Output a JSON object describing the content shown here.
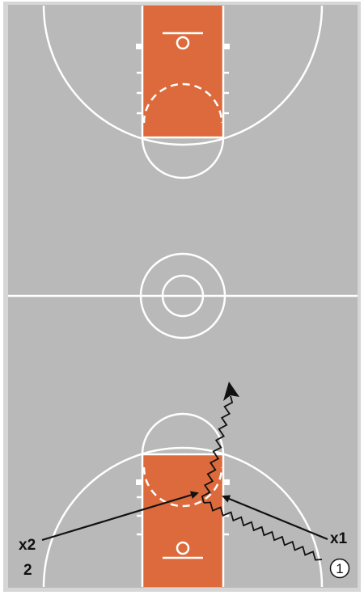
{
  "colors": {
    "court": "#b9b9b9",
    "paint": "#dc6a3c",
    "lines": "#ffffff",
    "border": "#d6d6d6",
    "ink": "#111111"
  },
  "players": {
    "defender_left_label": "x2",
    "offense_left_label": "2",
    "defender_right_label": "x1",
    "ball_handler_label": "1"
  },
  "icons": {
    "ball_handler_marker": "circled-number",
    "cut_path": "zigzag-dribble-arrow",
    "defender_move": "straight-arrow"
  }
}
